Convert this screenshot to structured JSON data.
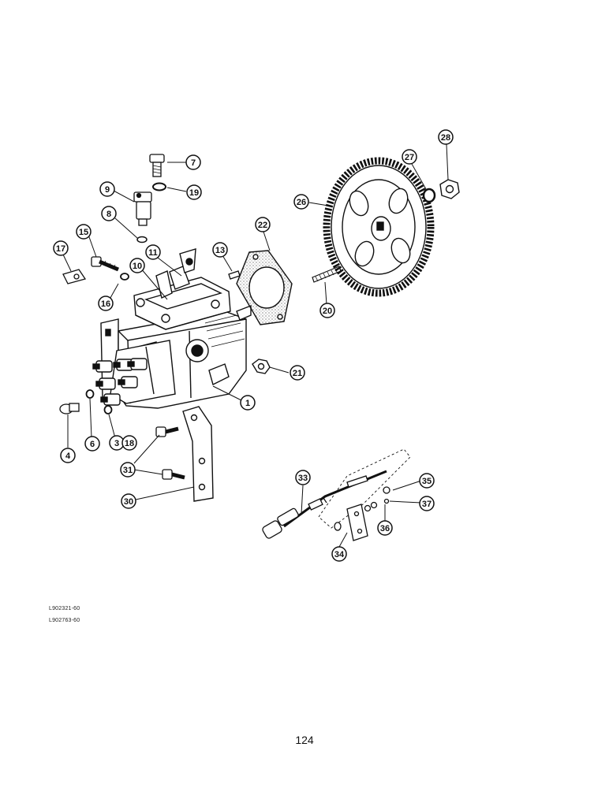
{
  "diagram": {
    "callouts": [
      "1",
      "3",
      "4",
      "6",
      "7",
      "8",
      "9",
      "10",
      "11",
      "13",
      "15",
      "16",
      "17",
      "18",
      "19",
      "20",
      "21",
      "22",
      "26",
      "27",
      "28",
      "30",
      "31",
      "33",
      "34",
      "35",
      "36",
      "37"
    ]
  },
  "footer": {
    "reference_codes": [
      "L902321-60",
      "L902763-60"
    ],
    "page_number": "124"
  }
}
